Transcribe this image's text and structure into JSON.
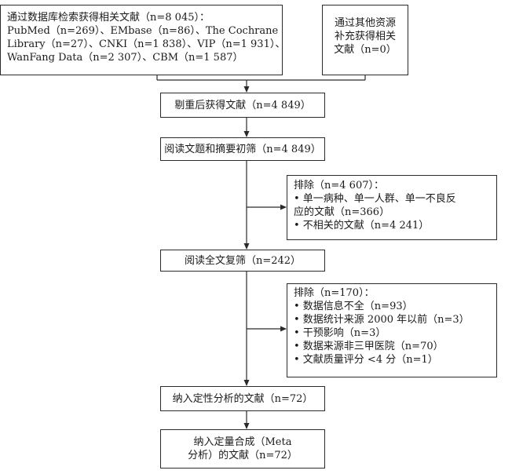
{
  "boxes": {
    "db_search": {
      "lines": [
        "通过数据库检索获得相关文献（n=8 045）：",
        "PubMed（n=269）、EMbase（n=86）、The Cochrane",
        "Library（n=27）、CNKI（n=1 838）、VIP（n=1 931）、",
        "WanFang Data（n=2 307）、CBM（n=1 587）"
      ]
    },
    "other_sources": {
      "lines": [
        "通过其他资源",
        "补充获得相关",
        "文献（n=0）"
      ]
    },
    "after_dedup": {
      "text": "剔重后获得文献（n=4 849）"
    },
    "title_abstract": {
      "text": "阅读文题和摘要初筛（n=4 849）"
    },
    "exclude_1": {
      "heading": "排除（n=4 607）：",
      "lines": [
        "•  单一病种、单一人群、单一不良反",
        "    应的文献（n=366）",
        "•  不相关的文献（n=4 241）"
      ]
    },
    "fulltext": {
      "text": "阅读全文复筛（n=242）"
    },
    "exclude_2": {
      "heading": "排除（n=170）：",
      "lines": [
        "•  数据信息不全（n=93）",
        "•  数据统计来源 2000 年以前（n=3）",
        "•  干预影响（n=3）",
        "•  数据来源非三甲医院（n=70）",
        "•  文献质量评分 <4 分（n=1）"
      ]
    },
    "qualitative": {
      "text": "纳入定性分析的文献（n=72）"
    },
    "quantitative": {
      "lines": [
        "纳入定量合成（Meta",
        "分析）的文献（n=72）"
      ]
    }
  }
}
